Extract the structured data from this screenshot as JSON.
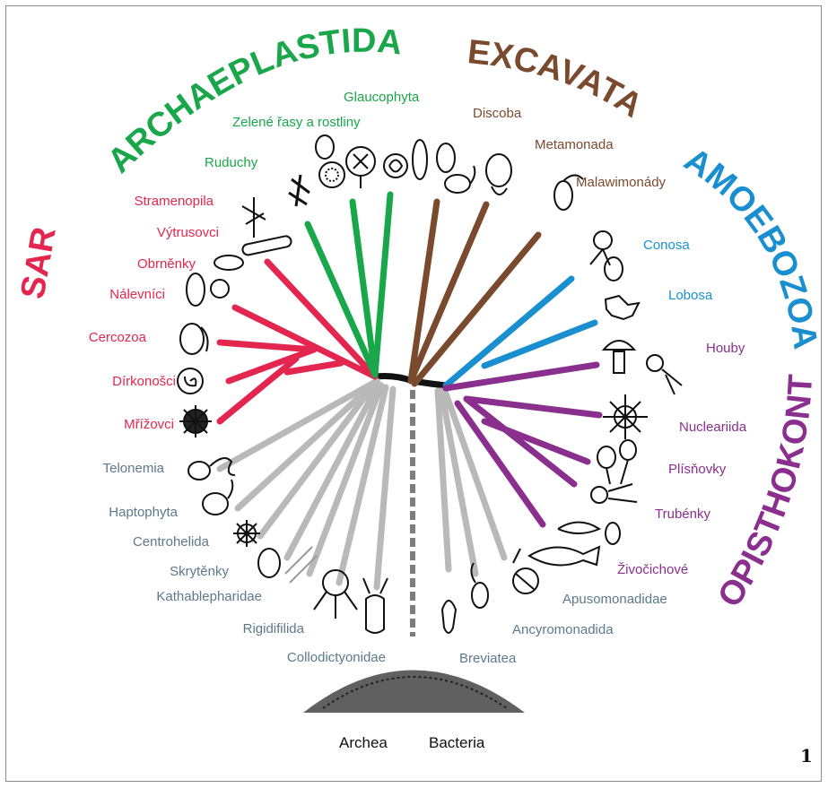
{
  "colors": {
    "sar": "#e3264f",
    "archaeplastida": "#1aa64a",
    "excavata": "#7a4a2e",
    "amoebozoa": "#1a8fd0",
    "opisthokonta": "#8a2f8e",
    "other": "#5c7a8a",
    "grey_branch": "#b9b9b9",
    "root": "#7d7d7d"
  },
  "groups": {
    "sar": "SAR",
    "archaeplastida": "ARCHAEPLASTIDA",
    "excavata": "EXCAVATA",
    "amoebozoa": "AMOEBOZOA",
    "opisthokonta": "OPISTHOKONTA"
  },
  "taxa": {
    "sar": [
      "Stramenopila",
      "Výtrusovci",
      "Obrněnky",
      "Nálevníci",
      "Cercozoa",
      "Dírkonošci",
      "Mřížovci"
    ],
    "archaeplastida": [
      "Glaucophyta",
      "Zelené řasy a rostliny",
      "Ruduchy"
    ],
    "excavata": [
      "Discoba",
      "Metamonada",
      "Malawimonády"
    ],
    "amoebozoa": [
      "Conosa",
      "Lobosa"
    ],
    "opisthokonta": [
      "Houby",
      "Nucleariida",
      "Plísňovky",
      "Trubénky",
      "Živočichové"
    ],
    "left_other": [
      "Telonemia",
      "Haptophyta",
      "Centrohelida",
      "Skrytěnky",
      "Kathablepharidae",
      "Rigidifilida",
      "Collodictyonidae"
    ],
    "right_other": [
      "Breviatea",
      "Ancyromonadida",
      "Apusomonadidae"
    ]
  },
  "base": {
    "archea": "Archea",
    "bacteria": "Bacteria"
  },
  "figure_number": "1",
  "icons": [
    "organism-icon"
  ]
}
